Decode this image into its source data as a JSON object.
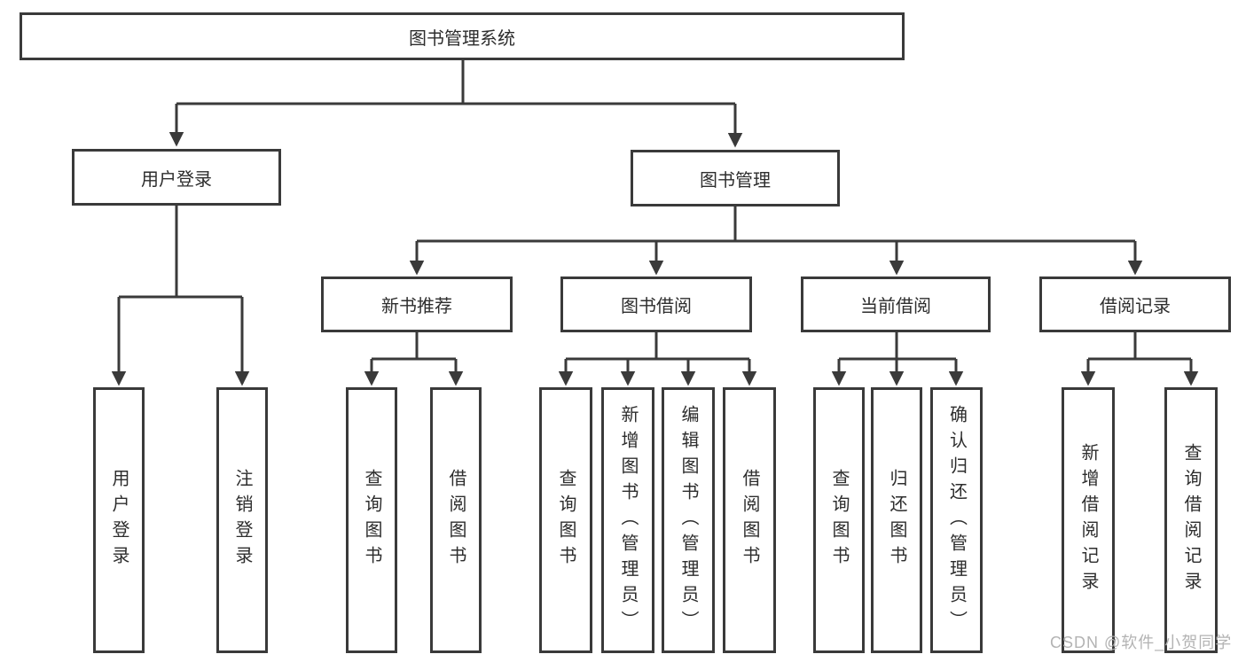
{
  "diagram": {
    "root": "图书管理系统",
    "user_login": "用户登录",
    "book_mgmt": "图书管理",
    "login_children": [
      "用户登录",
      "注销登录"
    ],
    "mgmt_children": [
      "新书推荐",
      "图书借阅",
      "当前借阅",
      "借阅记录"
    ],
    "newbook_children": [
      "查询图书",
      "借阅图书"
    ],
    "borrow_children": [
      "查询图书",
      "新增图书（管理员）",
      "编辑图书（管理员）",
      "借阅图书"
    ],
    "current_children": [
      "查询图书",
      "归还图书",
      "确认归还（管理员）"
    ],
    "record_children": [
      "新增借阅记录",
      "查询借阅记录"
    ]
  },
  "watermark": "CSDN @软件_小贺同学",
  "colors": {
    "line": "#3a3a3a",
    "text": "#2d2d2d",
    "watermark": "#b3b3b3",
    "background": "#ffffff"
  }
}
